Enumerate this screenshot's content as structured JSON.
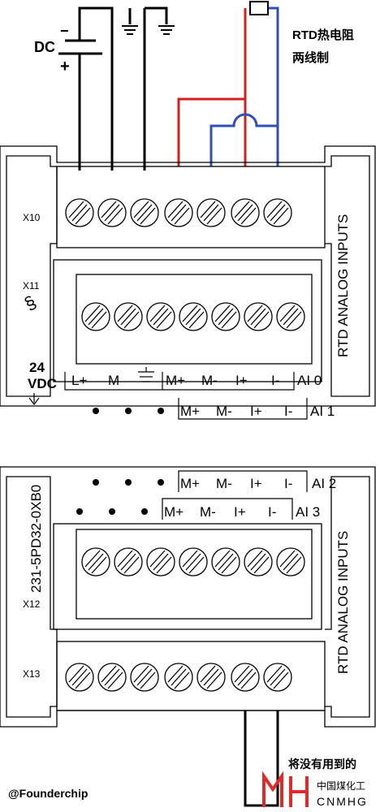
{
  "power": {
    "dc_label": "DC",
    "minus": "−",
    "plus": "+"
  },
  "rtd": {
    "title_line1": "RTD热电阻",
    "title_line2": "两线制"
  },
  "upper_module": {
    "x10": "X10",
    "x11": "X11",
    "side_text": "RTD ANALOG INPUTS",
    "vdc_24": "24",
    "vdc": "VDC",
    "row1": [
      "L+",
      "M",
      "M+",
      "M-",
      "I+",
      "I-"
    ],
    "ai0": "AI 0",
    "row2": [
      "M+",
      "M-",
      "I+",
      "I-"
    ],
    "ai1": "AI 1"
  },
  "lower_module": {
    "part_no": "231-5PD32-0XB0",
    "row1": [
      "M+",
      "M-",
      "I+",
      "I-"
    ],
    "ai2": "AI 2",
    "row2": [
      "M+",
      "M-",
      "I+",
      "I-"
    ],
    "ai3": "AI 3",
    "x12": "X12",
    "x13": "X13",
    "side_text": "RTD ANALOG INPUTS"
  },
  "note": "将没有用到的",
  "watermark": "@Founderchip",
  "logo": {
    "chinese": "中国煤化工",
    "letters": "CNMHG"
  },
  "colors": {
    "red_wire": "#d22020",
    "blue_wire": "#3050b8",
    "logo_red": "#e02a2a"
  }
}
